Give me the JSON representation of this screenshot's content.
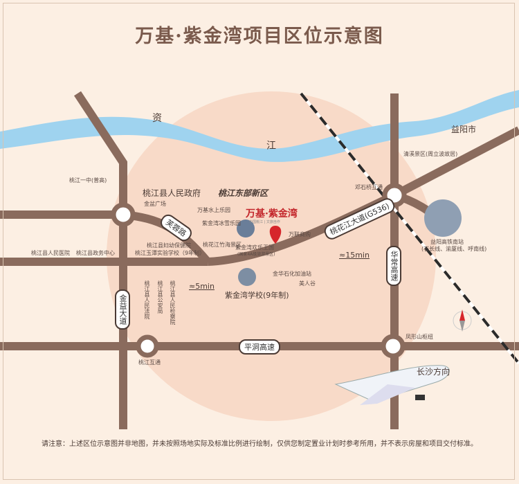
{
  "title": "万基·紫金湾项目区位示意图",
  "river": {
    "char1": "资",
    "char2": "江"
  },
  "logo": {
    "text": "万基·紫金湾",
    "sub": "中国桃江 | 文旅自作"
  },
  "places": {
    "gov": "桃江县人民政府",
    "newdistrict": "桃江东部新区",
    "jinpan": "金盆广场",
    "waterpark": "万基水上乐园",
    "icepark": "紫金湾冰雪乐园",
    "bamboo": "桃花江竹海景区",
    "happy": "紫金湾欢乐王国",
    "happy_sub": "(国家4A级旅游景区)",
    "wanlian": "万联商购",
    "maternal": "桃江县妇幼保健院",
    "yutan": "桃江玉潭实验学校（9年制）",
    "school1": "桃江一中(普高)",
    "hospital": "桃江县人民医院",
    "govcenter": "桃江县政务中心",
    "court": "桃江县人民法院",
    "police": "桃江县公安局",
    "procuratorate": "桃江县人民检察院",
    "gas": "金华石化加油站",
    "meirengu": "美人谷",
    "zjwschool": "紫金湾学校(9年制)",
    "yiyang": "益阳市",
    "qingxi": "清溪景区(周立波故居)",
    "dengshiqiao": "邓石桥互通",
    "station": "益阳高铁南站",
    "station_sub": "(石长线、渝厦线、呼南线)",
    "fengxing": "凤形山枢纽",
    "changsha": "长沙方向",
    "taojiang_ic": "桃江互通"
  },
  "roads": {
    "furong": "芙蓉路",
    "taohuajiang": "桃花江大道(G536)",
    "jinyi": "金益大道",
    "huachang": "华常高速",
    "pingdong": "平洞高速"
  },
  "times": {
    "t15": "≈15min",
    "t5": "≈5min"
  },
  "disclaimer": "请注意：上述区位示意图并非地图，并未按照场地实际及标准比例进行绘制，仅供您制定置业计划时参考所用，并不表示房屋和项目交付标准。",
  "colors": {
    "road": "#8a6b5d",
    "river": "#9fd3ef",
    "circle": "#f8dac8",
    "red": "#d6262b",
    "teal": "#49b5d0",
    "green": "#2a9a45"
  }
}
